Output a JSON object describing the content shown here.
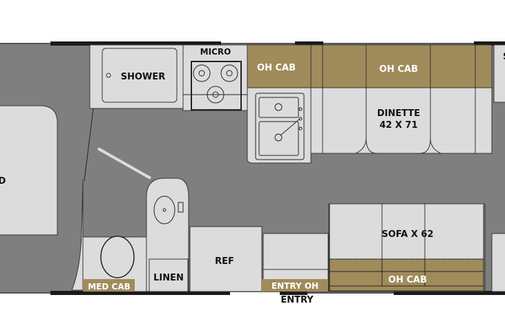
{
  "colors": {
    "floor": "#7f7f7f",
    "fixture": "#dcdcdc",
    "cabinet": "#a08b5b",
    "wall": "#1a1a1a"
  },
  "labels": {
    "bed": "D",
    "shower": "SHOWER",
    "micro": "MICRO",
    "oh_cab_kitchen": "OH CAB",
    "oh_cab_dinette": "OH CAB",
    "dinette": "DINETTE",
    "dinette_size": "42 X 71",
    "right_edge": "S",
    "med_cab": "MED CAB",
    "linen": "LINEN",
    "ref": "REF",
    "entry_oh": "ENTRY OH",
    "entry": "ENTRY",
    "sofa": "SOFA X 62",
    "oh_cab_sofa": "OH CAB"
  }
}
